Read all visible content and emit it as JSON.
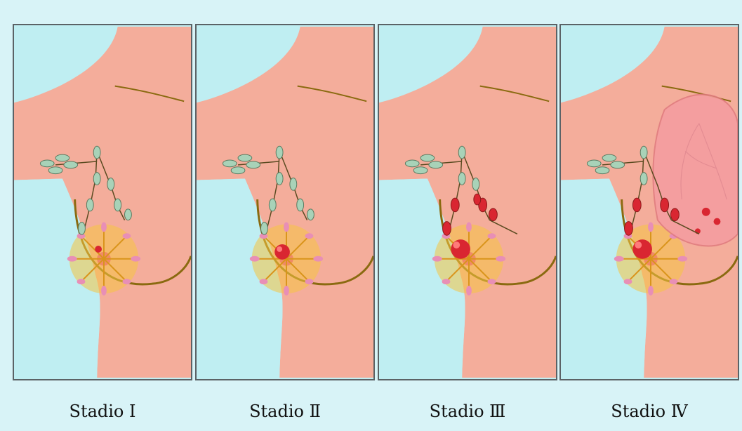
{
  "stages": [
    {
      "label": "Stadio Ⅰ",
      "id": "1"
    },
    {
      "label": "Stadio Ⅱ",
      "id": "2"
    },
    {
      "label": "Stadio Ⅲ",
      "id": "3"
    },
    {
      "label": "Stadio Ⅳ",
      "id": "4"
    }
  ],
  "colors": {
    "background": "#d8f3f7",
    "skin": "#f4ad9b",
    "skin_shadow": "#ee9e8a",
    "gland": "#f1b824",
    "node": "#a8d2b8",
    "tumor": "#d92631",
    "outline": "#8a6a10"
  }
}
